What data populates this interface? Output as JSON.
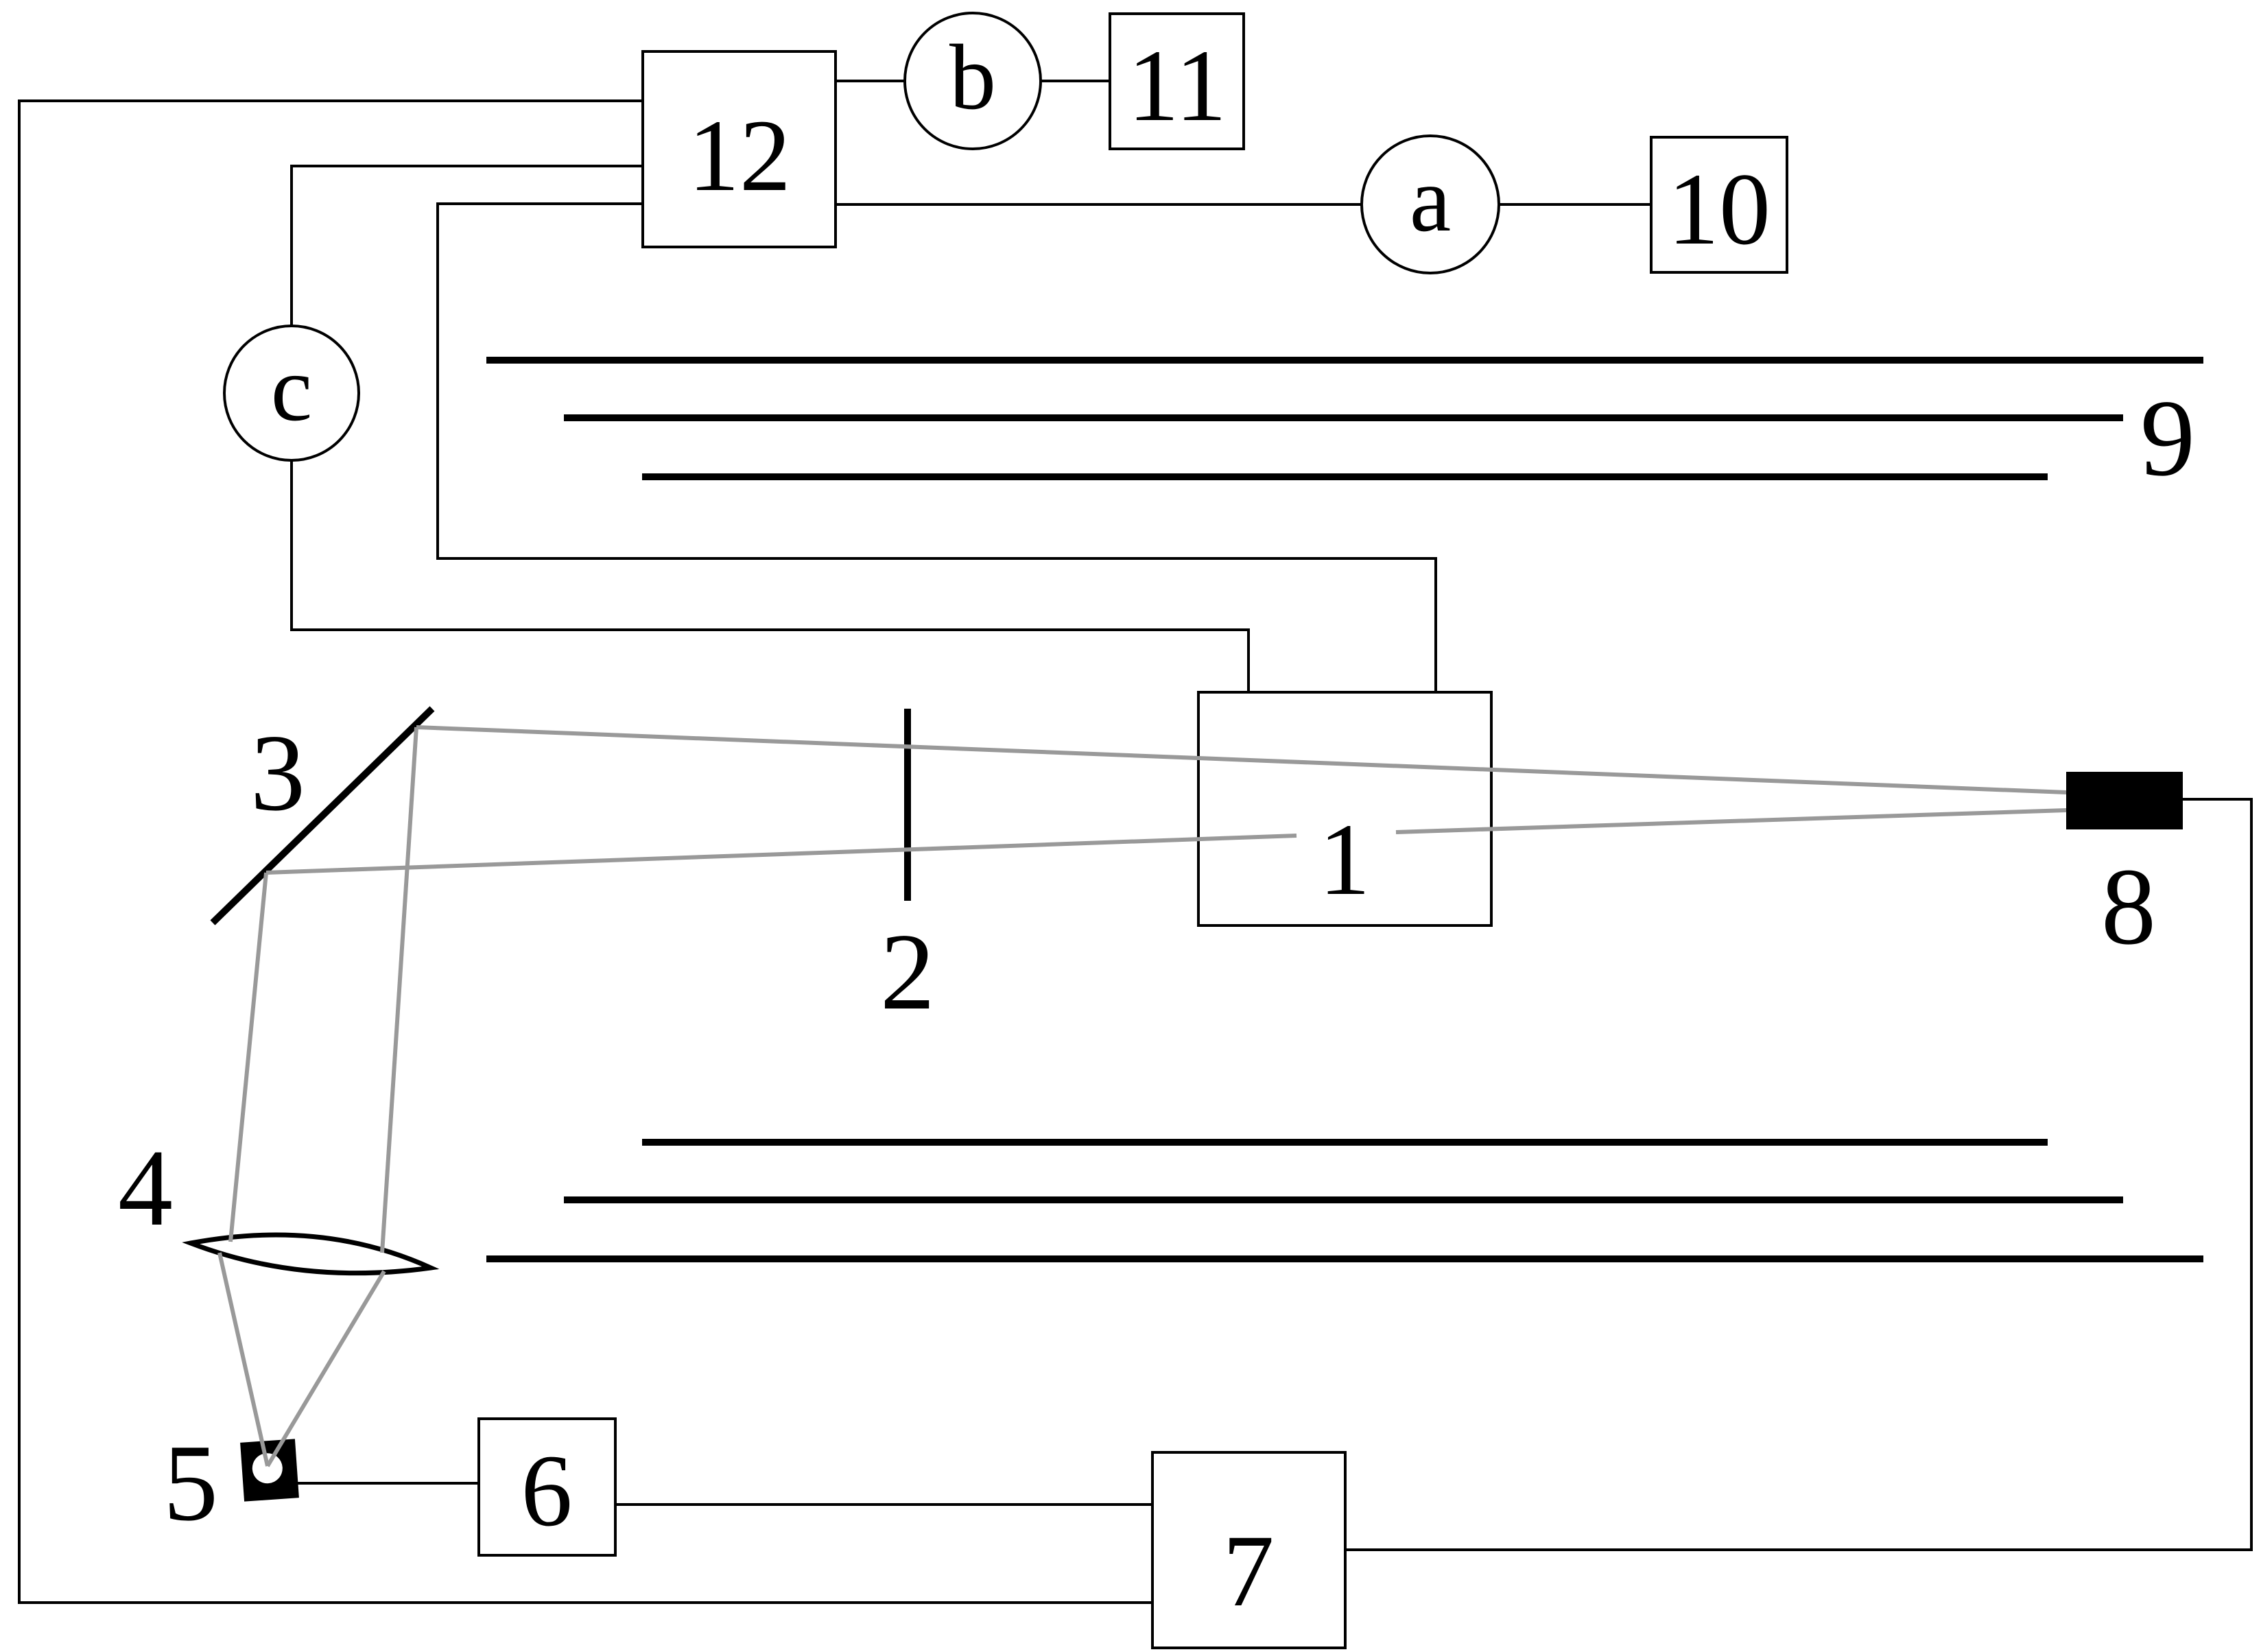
{
  "labels": {
    "box_1": "1",
    "element_2": "2",
    "element_3": "3",
    "element_4": "4",
    "element_5": "5",
    "box_6": "6",
    "box_7": "7",
    "element_8": "8",
    "element_9": "9",
    "box_10": "10",
    "box_11": "11",
    "box_12": "12",
    "circle_a": "a",
    "circle_b": "b",
    "circle_c": "c"
  },
  "colors": {
    "line": "#000000",
    "beam": "#999999",
    "background": "#ffffff"
  }
}
